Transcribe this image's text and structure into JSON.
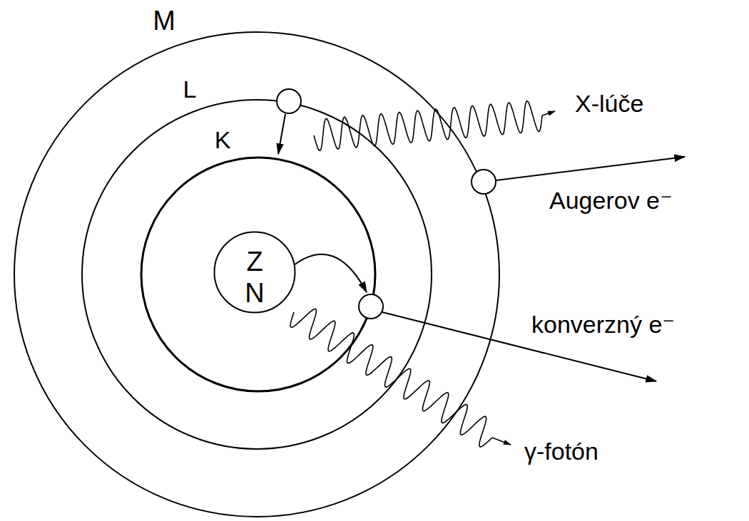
{
  "diagram": {
    "nodes": [
      {
        "text": [
          "Z",
          "N"
        ]
      }
    ],
    "labels": [
      "M",
      "L",
      "K",
      "X-lúče",
      "Augerov e⁻",
      "konverzný e⁻",
      "γ-fotón"
    ]
  }
}
